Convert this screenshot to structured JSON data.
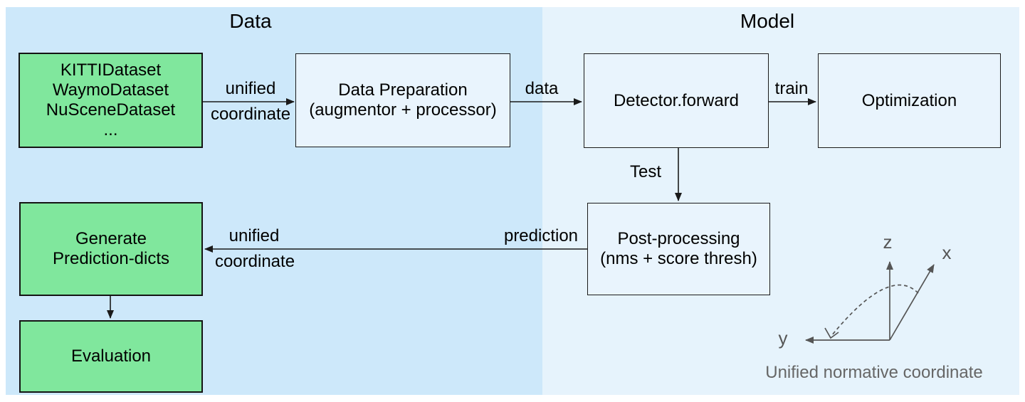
{
  "titles": {
    "data": "Data",
    "model": "Model"
  },
  "boxes": {
    "datasets": {
      "lines": [
        "KITTIDataset",
        "WaymoDataset",
        "NuSceneDataset",
        "..."
      ]
    },
    "data_preparation": {
      "lines": [
        "Data Preparation",
        "(augmentor + processor)"
      ]
    },
    "detector": {
      "lines": [
        "Detector.forward"
      ]
    },
    "optimization": {
      "lines": [
        "Optimization"
      ]
    },
    "post_processing": {
      "lines": [
        "Post-processing",
        "(nms + score thresh)"
      ]
    },
    "generate": {
      "lines": [
        "Generate",
        "Prediction-dicts"
      ]
    },
    "evaluation": {
      "lines": [
        "Evaluation"
      ]
    }
  },
  "edge_labels": {
    "datasets_to_prep_top": "unified",
    "datasets_to_prep_bottom": "coordinate",
    "prep_to_detector": "data",
    "detector_to_optimization": "train",
    "detector_to_postprocessing": "Test",
    "postprocessing_to_generate": "prediction",
    "pred_to_generate_top": "unified",
    "pred_to_generate_bottom": "coordinate"
  },
  "coordinate_diagram": {
    "z_label": "z",
    "x_label": "x",
    "y_label": "y",
    "caption": "Unified normative coordinate"
  },
  "colors": {
    "panel_data_bg": "#cde8fa",
    "panel_model_bg": "#e6f3fc",
    "green_box_fill": "#80e79d",
    "light_box_fill": "#e9f4fd",
    "box_border": "#1a1a1a",
    "arrow": "#1a1a1a",
    "axis": "#555555",
    "caption_text": "#666666"
  }
}
